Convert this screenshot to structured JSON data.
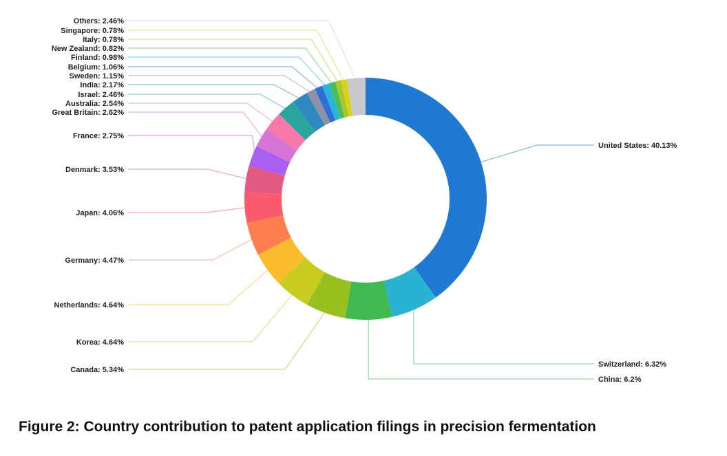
{
  "caption": "Figure 2:  Country contribution to patent application filings in precision fermentation",
  "chart_data": {
    "type": "pie",
    "style": "donut",
    "title": "",
    "slices": [
      {
        "label": "United States: 40.13%",
        "name": "United States",
        "value": 40.13,
        "color": "#1f78d1"
      },
      {
        "label": "Switzerland: 6.32%",
        "name": "Switzerland",
        "value": 6.32,
        "color": "#27b3d1"
      },
      {
        "label": "China: 6.2%",
        "name": "China",
        "value": 6.2,
        "color": "#3fb950"
      },
      {
        "label": "Canada: 5.34%",
        "name": "Canada",
        "value": 5.34,
        "color": "#97c11f"
      },
      {
        "label": "Korea: 4.64%",
        "name": "Korea",
        "value": 4.64,
        "color": "#c7cc1f"
      },
      {
        "label": "Netherlands: 4.64%",
        "name": "Netherlands",
        "value": 4.64,
        "color": "#fbbc2c"
      },
      {
        "label": "Germany: 4.47%",
        "name": "Germany",
        "value": 4.47,
        "color": "#fd7f4f"
      },
      {
        "label": "Japan: 4.06%",
        "name": "Japan",
        "value": 4.06,
        "color": "#fb5c6d"
      },
      {
        "label": "Denmark: 3.53%",
        "name": "Denmark",
        "value": 3.53,
        "color": "#e25a84"
      },
      {
        "label": "France: 2.75%",
        "name": "France",
        "value": 2.75,
        "color": "#a95ff2"
      },
      {
        "label": "Great Britain: 2.62%",
        "name": "Great Britain",
        "value": 2.62,
        "color": "#d674d6"
      },
      {
        "label": "Australia: 2.54%",
        "name": "Australia",
        "value": 2.54,
        "color": "#f578a6"
      },
      {
        "label": "Israel: 2.46%",
        "name": "Israel",
        "value": 2.46,
        "color": "#2aa59d"
      },
      {
        "label": "India: 2.17%",
        "name": "India",
        "value": 2.17,
        "color": "#2e89c0"
      },
      {
        "label": "Sweden: 1.15%",
        "name": "Sweden",
        "value": 1.15,
        "color": "#8e91a3"
      },
      {
        "label": "Belgium: 1.06%",
        "name": "Belgium",
        "value": 1.06,
        "color": "#2d6fd6"
      },
      {
        "label": "Finland: 0.98%",
        "name": "Finland",
        "value": 0.98,
        "color": "#2bb5d8"
      },
      {
        "label": "New Zealand: 0.82%",
        "name": "New Zealand",
        "value": 0.82,
        "color": "#4cbd5c"
      },
      {
        "label": "Italy: 0.78%",
        "name": "Italy",
        "value": 0.78,
        "color": "#a9c926"
      },
      {
        "label": "Singapore: 0.78%",
        "name": "Singapore",
        "value": 0.78,
        "color": "#d7d21f"
      },
      {
        "label": "Others: 2.46%",
        "name": "Others",
        "value": 2.46,
        "color": "#c8c9cc"
      }
    ]
  }
}
